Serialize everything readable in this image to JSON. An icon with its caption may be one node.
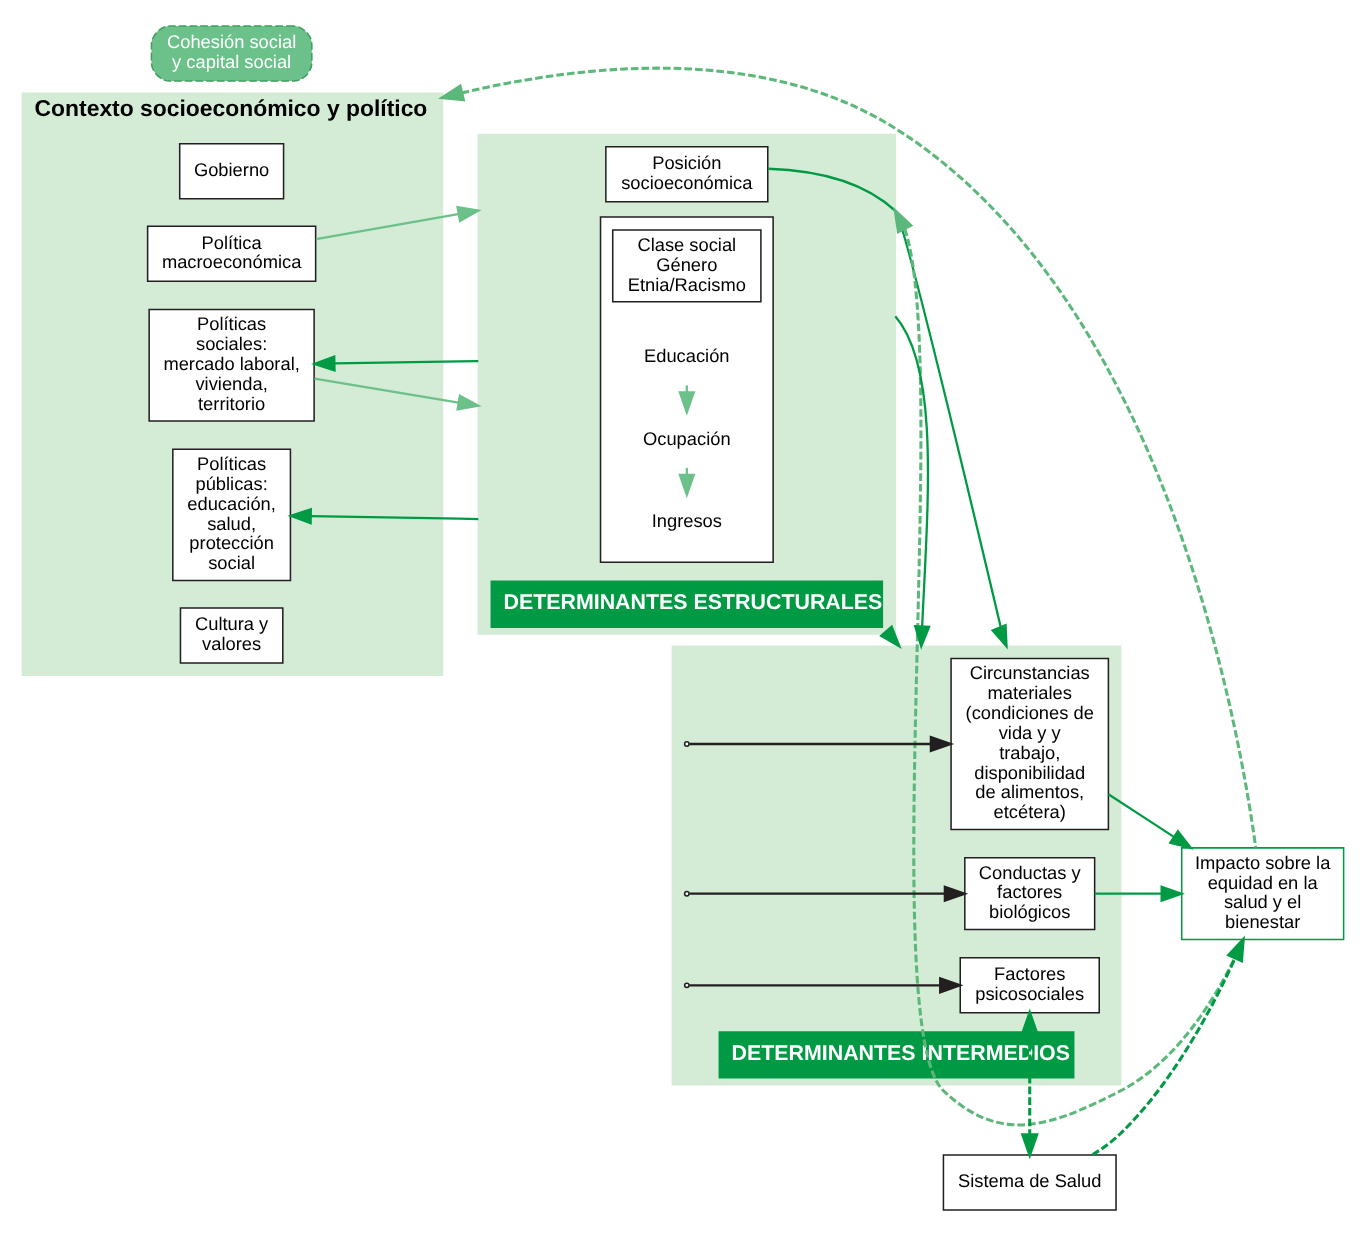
{
  "diagram": {
    "nodes": [
      {
        "text": [
          "Contexto socioeconómico y político"
        ]
      },
      {
        "text": [
          "Gobierno"
        ],
        "in": 0
      },
      {
        "text": [
          "Política macroeconómica"
        ],
        "in": 0
      },
      {
        "text": [
          "Políticas sociales: mercado laboral, vivienda, territorio"
        ],
        "in": 0
      },
      {
        "text": [
          "Políticas públicas: educación, salud, protección social"
        ],
        "in": 0
      },
      {
        "text": [
          "Cultura y valores"
        ],
        "in": 0
      },
      {
        "text": [
          "DETERMINANTES ESTRUCTURALES"
        ]
      },
      {
        "text": [
          "Posición socioeconómica"
        ],
        "in": 6
      },
      {
        "text": [],
        "shape": "box",
        "in": 6
      },
      {
        "text": [
          "Clase social Género Etnia/Racismo"
        ],
        "in": 8
      },
      {
        "text": [
          "Educación"
        ],
        "in": 8
      },
      {
        "text": [
          "Ocupación"
        ],
        "in": 8
      },
      {
        "text": [
          "Ingresos"
        ],
        "in": 8
      },
      {
        "text": [
          "Cohesión social y capital social"
        ]
      },
      {
        "text": [
          "DETERMINANTES INTERMEDIOS"
        ]
      },
      {
        "text": [
          "Circunstancias materiales (condiciones de vida y y trabajo, disponibilidad de alimentos, etcétera)"
        ],
        "in": 14
      },
      {
        "text": [
          "Conductas y factores biológicos"
        ],
        "in": 14
      },
      {
        "text": [
          "Factores psicosociales"
        ],
        "in": 14
      },
      {
        "text": [
          "Sistema de Salud"
        ]
      },
      {
        "text": [
          "Impacto sobre la equidad en la salud y el bienestar"
        ]
      }
    ],
    "edges": [
      {
        "from": 2,
        "to": 6,
        "arrow": "to",
        "color": "#6cc18a"
      },
      {
        "from": 6,
        "to": 3,
        "arrow": "to"
      },
      {
        "from": 3,
        "to": 6,
        "arrow": "to",
        "color": "#6cc18a"
      },
      {
        "from": 6,
        "to": 4,
        "arrow": "to"
      },
      {
        "from": 7,
        "to": 14,
        "arrow": "to"
      },
      {
        "from": 6,
        "to": 14,
        "arrow": "to"
      },
      {
        "from": 6,
        "to": 14,
        "arrow": "to"
      },
      {
        "from": 10,
        "to": 11,
        "arrow": "to",
        "color": "#6cc18a"
      },
      {
        "from": 11,
        "to": 12,
        "arrow": "to",
        "color": "#6cc18a"
      },
      {
        "from": 14,
        "to": 15,
        "arrow": "to",
        "color": "#231f20"
      },
      {
        "from": 14,
        "to": 16,
        "arrow": "to",
        "color": "#231f20"
      },
      {
        "from": 14,
        "to": 17,
        "arrow": "to",
        "color": "#231f20"
      },
      {
        "from": 15,
        "to": 19,
        "arrow": "to"
      },
      {
        "from": 16,
        "to": 19,
        "arrow": "to"
      },
      {
        "from": 19,
        "to": 0,
        "arrow": "to",
        "style": "dashed",
        "color": "#5cb87a"
      },
      {
        "from": 19,
        "to": 6,
        "arrow": "to",
        "style": "dashed",
        "color": "#5cb87a"
      },
      {
        "from": 17,
        "to": 18,
        "arrow": "both",
        "style": "dashed",
        "color": "#009a44"
      },
      {
        "from": 18,
        "to": 19,
        "arrow": "to",
        "style": "dashed",
        "color": "#009a44"
      }
    ]
  }
}
